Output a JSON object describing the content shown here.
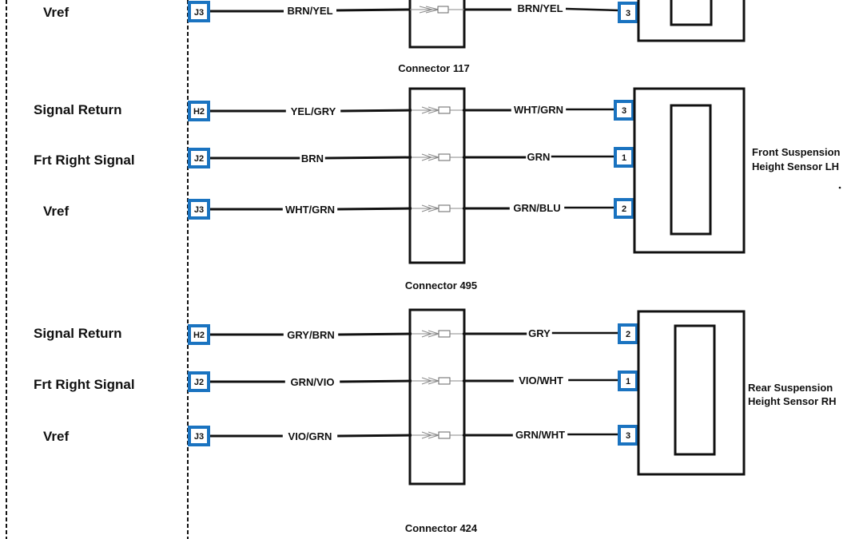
{
  "title": "Suspension Height Sensor Wiring Diagram",
  "colors": {
    "pin_border": "#1a73c0",
    "wire": "#111111",
    "terminal": "#8a8a8a",
    "background": "#ffffff"
  },
  "sections": [
    {
      "id": "connector-117",
      "connector_label": "Connector 117",
      "sensor_label": [],
      "partial": true,
      "circuits": [
        {
          "signal": "Vref",
          "module_pin": "J3",
          "wire_left": "BRN/YEL",
          "wire_right": "BRN/YEL",
          "sensor_pin": "3"
        }
      ]
    },
    {
      "id": "connector-495",
      "connector_label": "Connector 495",
      "sensor_label": [
        "Front Suspension",
        "Height Sensor LH"
      ],
      "partial": false,
      "circuits": [
        {
          "signal": "Signal Return",
          "module_pin": "H2",
          "wire_left": "YEL/GRY",
          "wire_right": "WHT/GRN",
          "sensor_pin": "3"
        },
        {
          "signal": "Frt Right Signal",
          "module_pin": "J2",
          "wire_left": "BRN",
          "wire_right": "GRN",
          "sensor_pin": "1"
        },
        {
          "signal": "Vref",
          "module_pin": "J3",
          "wire_left": "WHT/GRN",
          "wire_right": "GRN/BLU",
          "sensor_pin": "2"
        }
      ]
    },
    {
      "id": "connector-424",
      "connector_label": "Connector 424",
      "sensor_label": [
        "Rear Suspension",
        "Height Sensor RH"
      ],
      "partial": false,
      "circuits": [
        {
          "signal": "Signal Return",
          "module_pin": "H2",
          "wire_left": "GRY/BRN",
          "wire_right": "GRY",
          "sensor_pin": "2"
        },
        {
          "signal": "Frt Right Signal",
          "module_pin": "J2",
          "wire_left": "GRN/VIO",
          "wire_right": "VIO/WHT",
          "sensor_pin": "1"
        },
        {
          "signal": "Vref",
          "module_pin": "J3",
          "wire_left": "VIO/GRN",
          "wire_right": "GRN/WHT",
          "sensor_pin": "3"
        }
      ]
    }
  ]
}
